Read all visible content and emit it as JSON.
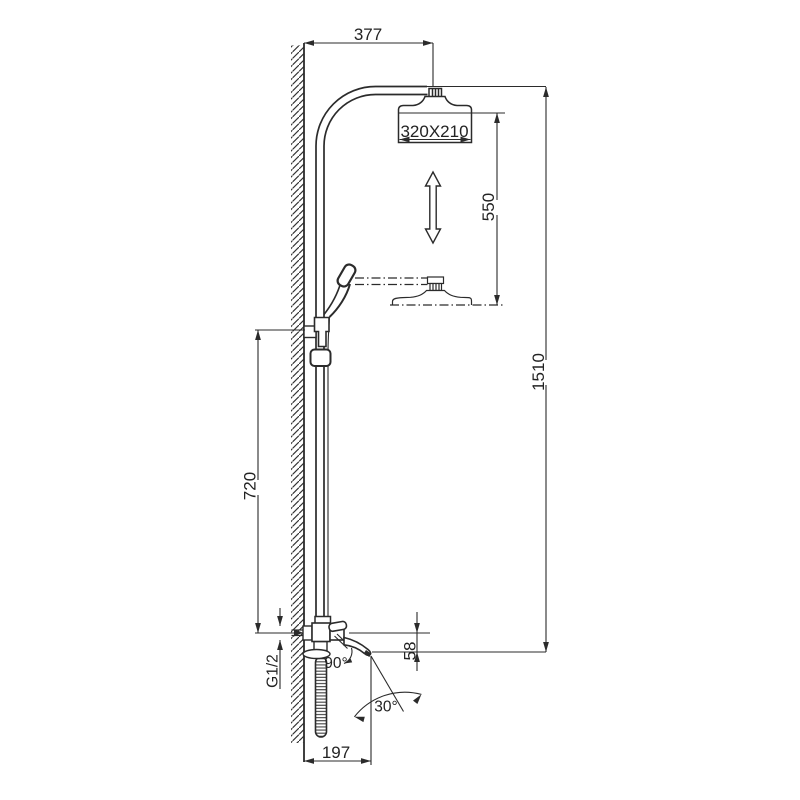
{
  "diagram": {
    "background": "#ffffff",
    "line_color": "#2b2b2b",
    "labels": {
      "top_offset": "377",
      "head_size": "320X210",
      "height_adjust": "550",
      "total_height": "1510",
      "slide_bar": "720",
      "spout_reach": "197",
      "spout_drop": "58",
      "connection_thread": "G1/2",
      "handle_rotation": "90°",
      "spout_angle": "30°"
    }
  }
}
